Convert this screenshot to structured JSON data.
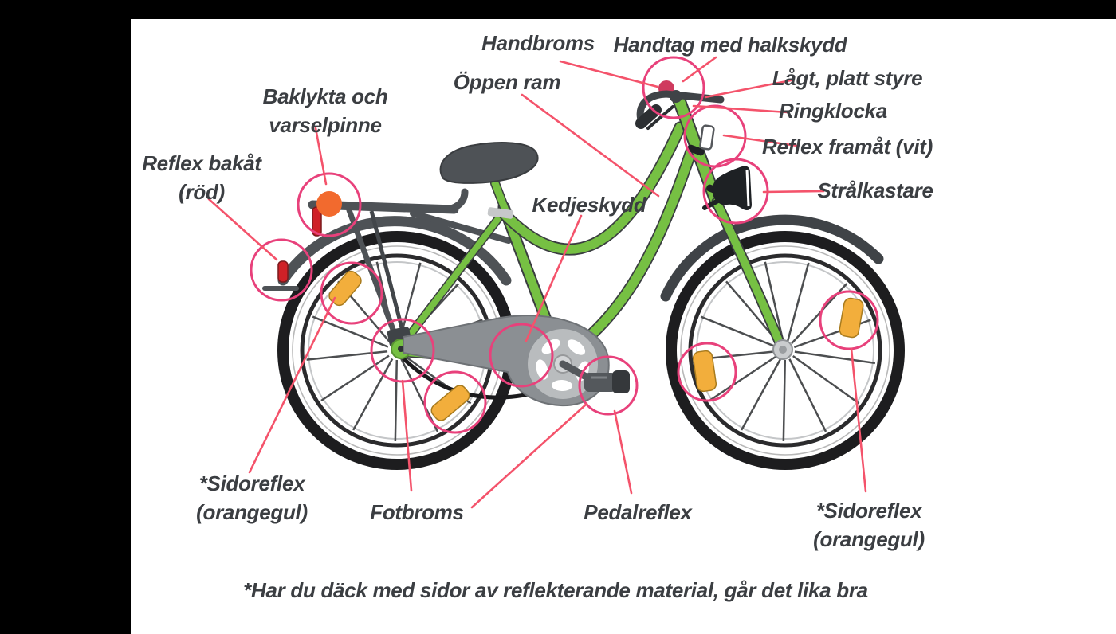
{
  "labels": {
    "handbroms": "Handbroms",
    "handtag": "Handtag med halkskydd",
    "baklykta_line1": "Baklykta och",
    "baklykta_line2": "varselpinne",
    "oppen_ram": "Öppen ram",
    "lagt_platt_styre": "Lågt, platt styre",
    "ringklocka": "Ringklocka",
    "reflex_framat": "Reflex framåt (vit)",
    "stralkastare": "Strålkastare",
    "reflex_bakat_line1": "Reflex bakåt",
    "reflex_bakat_line2": "(röd)",
    "kedjeskydd": "Kedjeskydd",
    "sidoreflex_left_line1": "*Sidoreflex",
    "sidoreflex_left_line2": "(orangegul)",
    "fotbroms": "Fotbroms",
    "pedalreflex": "Pedalreflex",
    "sidoreflex_right_line1": "*Sidoreflex",
    "sidoreflex_right_line2": "(orangegul)",
    "footnote": "*Har du däck med sidor av reflekterande material, går det lika bra"
  },
  "colors": {
    "frame_green": "#76c043",
    "highlight_circle": "#e8417b",
    "leader_line": "#f4536b",
    "reflector_orange": "#f2ae3c",
    "rear_light_orange": "#f26a2e",
    "reflector_red": "#cf2127",
    "reflector_white": "#ffffff",
    "label_text": "#3b3e42",
    "canvas_black": "#000000",
    "page_white": "#ffffff"
  }
}
